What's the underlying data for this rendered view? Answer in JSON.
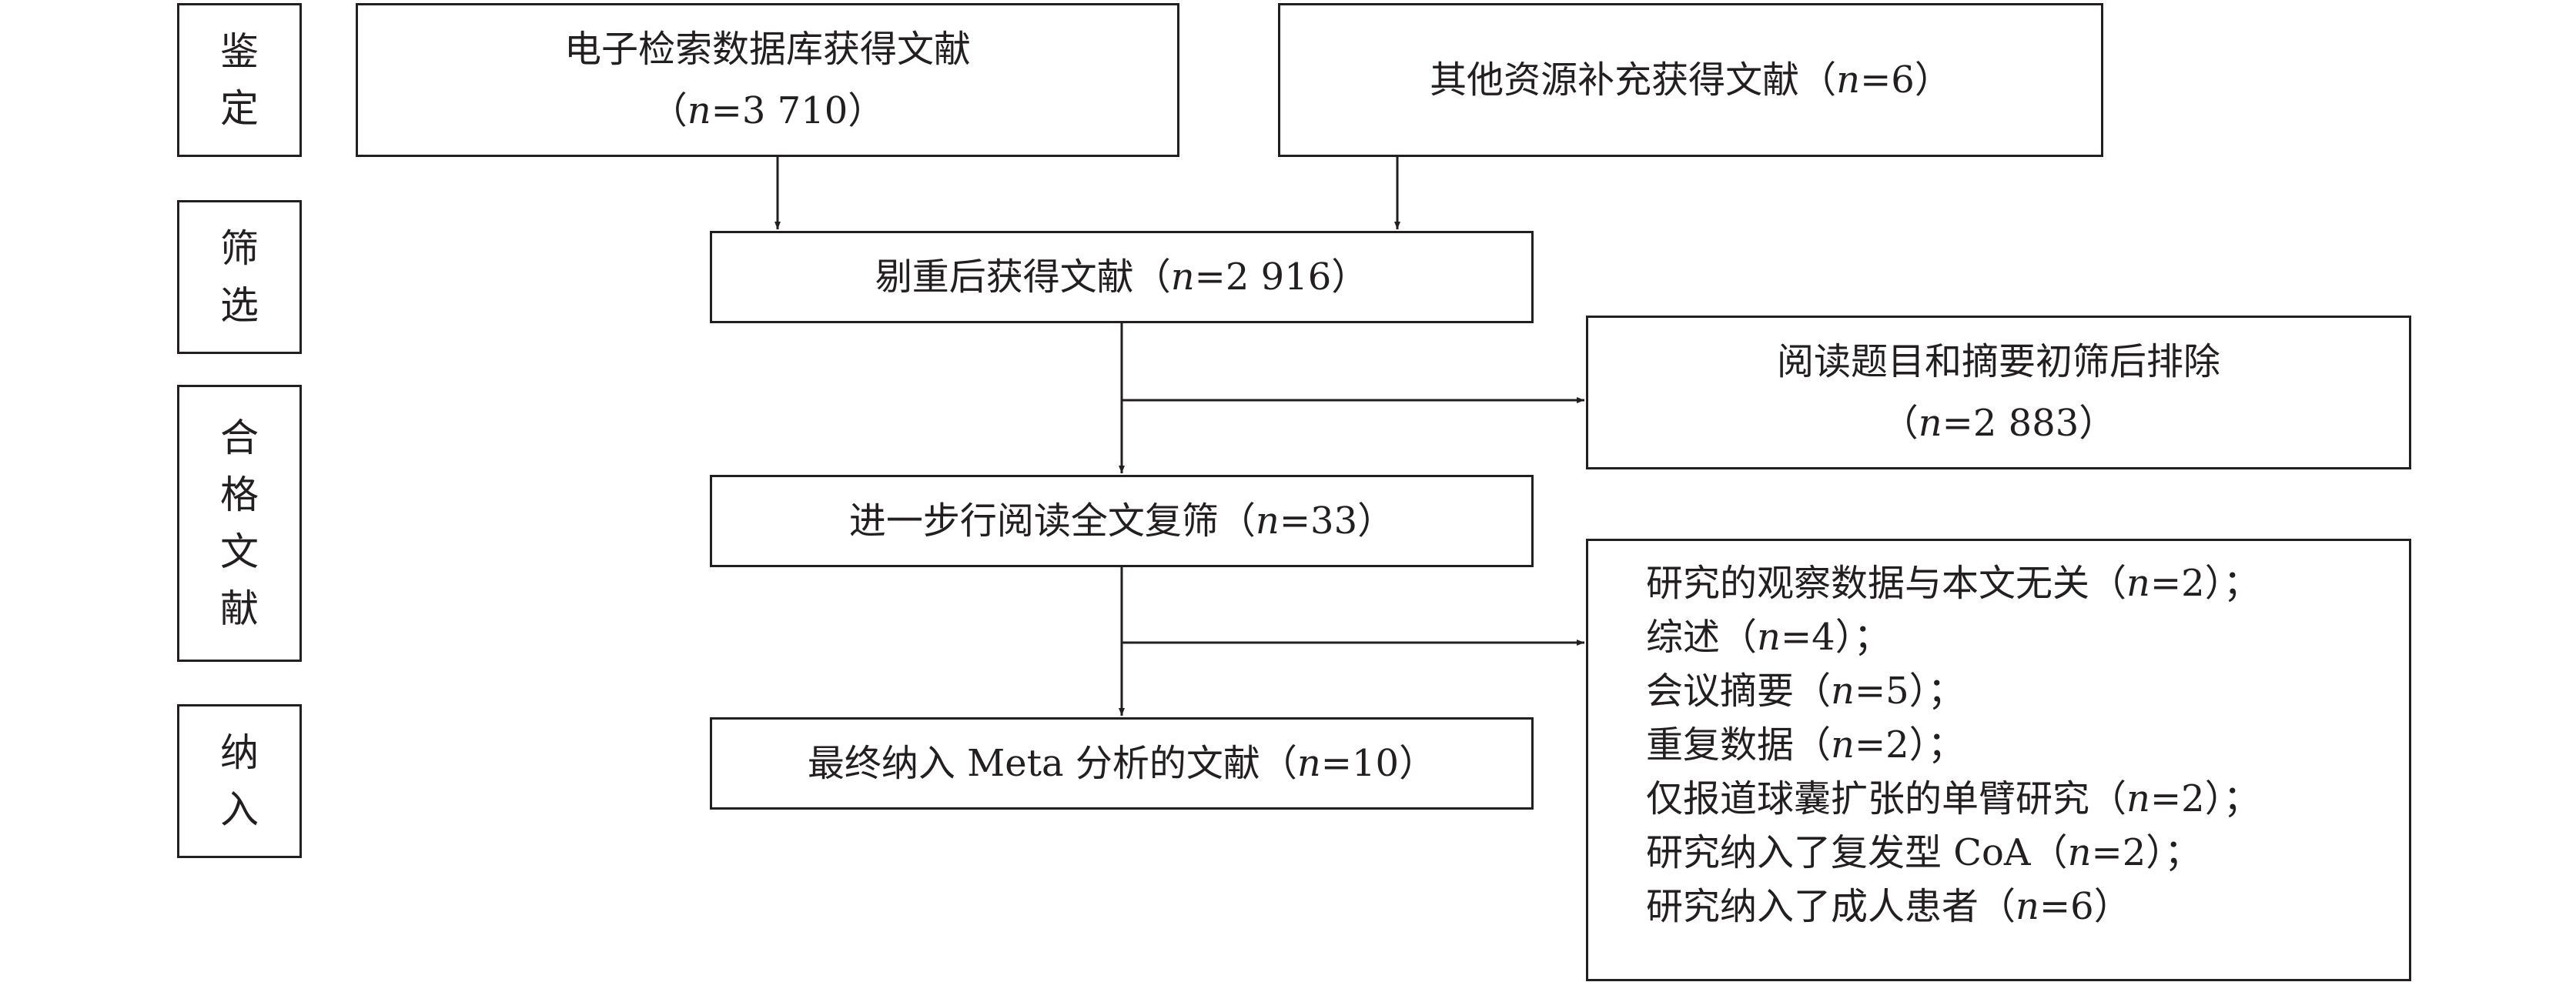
{
  "stages": [
    {
      "label": "鉴定"
    },
    {
      "label": "筛选"
    },
    {
      "label": "合格文献"
    },
    {
      "label": "纳入"
    }
  ],
  "boxes": {
    "electronic": {
      "line1": "电子检索数据库获得文献",
      "line2": "（n=3 710）"
    },
    "other": {
      "line1": "其他资源补充获得文献（n=6）"
    },
    "dedup": {
      "line1": "剔重后获得文献（n=2 916）"
    },
    "excluded_title": {
      "line1": "阅读题目和摘要初筛后排除",
      "line2": "（n=2 883）"
    },
    "fulltext": {
      "line1": "进一步行阅读全文复筛（n=33）"
    },
    "final": {
      "line1": "最终纳入 Meta 分析的文献（n=10）"
    },
    "excluded_full": {
      "items": [
        "研究的观察数据与本文无关（n=2）；",
        "综述（n=4）；",
        "会议摘要（n=5）；",
        "重复数据（n=2）；",
        "仅报道球囊扩张的单臂研究（n=2）；",
        "研究纳入了复发型 CoA（n=2）；",
        "研究纳入了成人患者（n=6）"
      ]
    }
  }
}
